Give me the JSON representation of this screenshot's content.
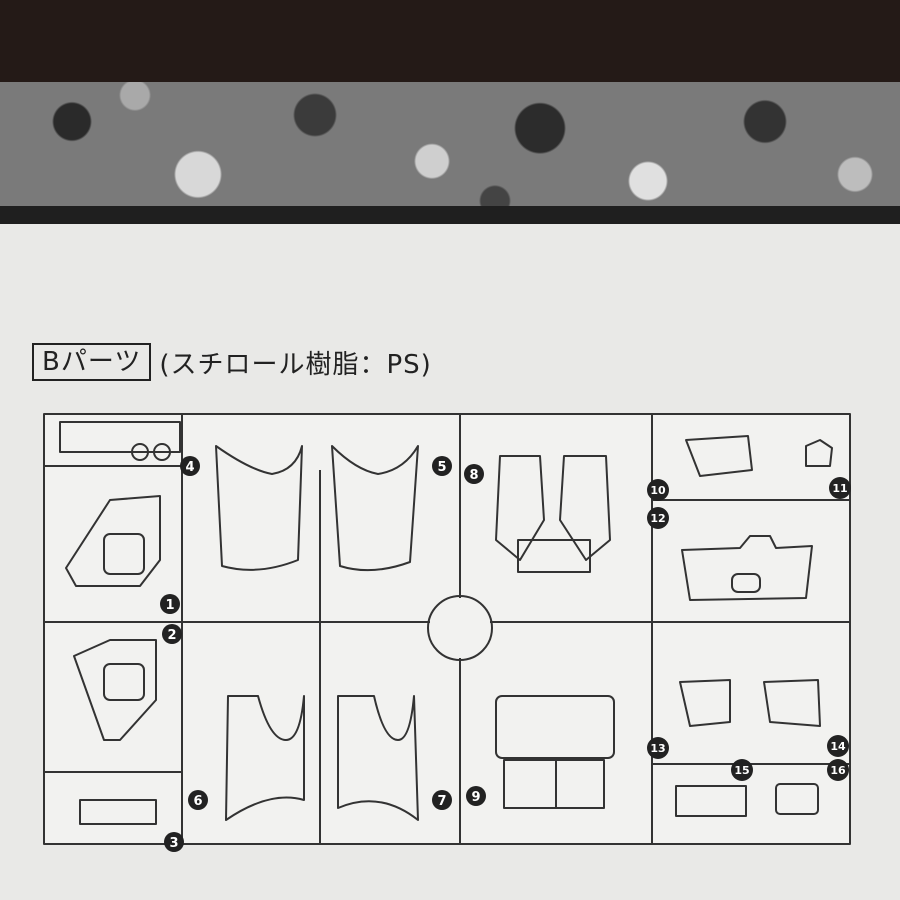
{
  "header": {
    "parts_label": "Bパーツ",
    "material": "(スチロール樹脂：PS)"
  },
  "part_numbers": [
    "1",
    "2",
    "3",
    "4",
    "5",
    "6",
    "7",
    "8",
    "9",
    "10",
    "11",
    "12",
    "13",
    "14",
    "15",
    "16"
  ],
  "colors": {
    "ink": "#222222",
    "paper": "#e9e9e7",
    "sprue": "#f4f4f2"
  }
}
